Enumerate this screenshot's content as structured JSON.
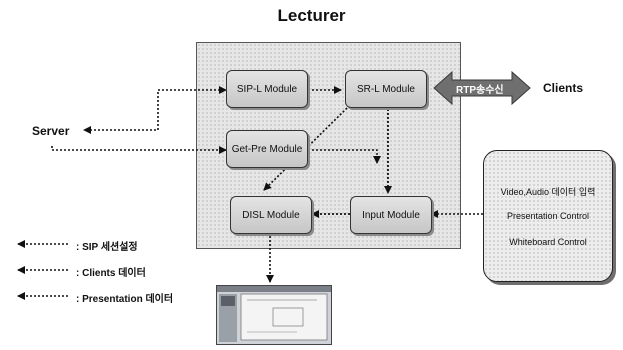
{
  "title": "Lecturer",
  "modules": {
    "sip_l": "SIP-L Module",
    "sr_l": "SR-L Module",
    "get_pre": "Get-Pre Module",
    "disl": "DISL Module",
    "input": "Input Module"
  },
  "rtp_label": "RTP송수신",
  "clients_label": "Clients",
  "server_label": "Server",
  "controls": {
    "line1": "Video,Audio 데이터 입력",
    "line2": "Presentation Control",
    "line3": "Whiteboard Control"
  },
  "legend": {
    "sip": ": SIP 세션설정",
    "clients": ": Clients 데이터",
    "presentation": ": Presentation 데이터"
  }
}
